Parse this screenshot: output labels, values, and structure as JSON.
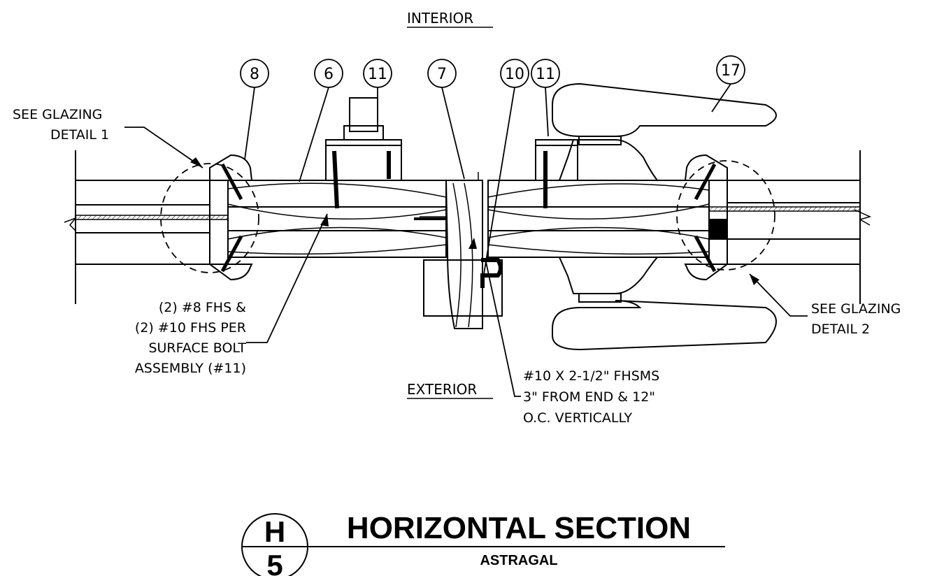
{
  "labels": {
    "interior": "INTERIOR",
    "exterior": "EXTERIOR"
  },
  "callouts": [
    "8",
    "6",
    "11",
    "7",
    "10",
    "11",
    "17"
  ],
  "notes": {
    "glazing_left_line1": "SEE GLAZING",
    "glazing_left_line2": "DETAIL 1",
    "glazing_right_line1": "SEE GLAZING",
    "glazing_right_line2": "DETAIL 2",
    "fastener_line1": "(2) #8 FHS &",
    "fastener_line2": "(2) #10 FHS PER",
    "fastener_line3": "SURFACE BOLT",
    "fastener_line4": "ASSEMBLY (#11)",
    "screw_line1": "#10 X 2-1/2\" FHSMS",
    "screw_line2": "3\" FROM END & 12\"",
    "screw_line3": "O.C. VERTICALLY"
  },
  "title_block": {
    "section_letter": "H",
    "sheet_number": "5",
    "title": "HORIZONTAL SECTION",
    "subtitle": "ASTRAGAL"
  }
}
